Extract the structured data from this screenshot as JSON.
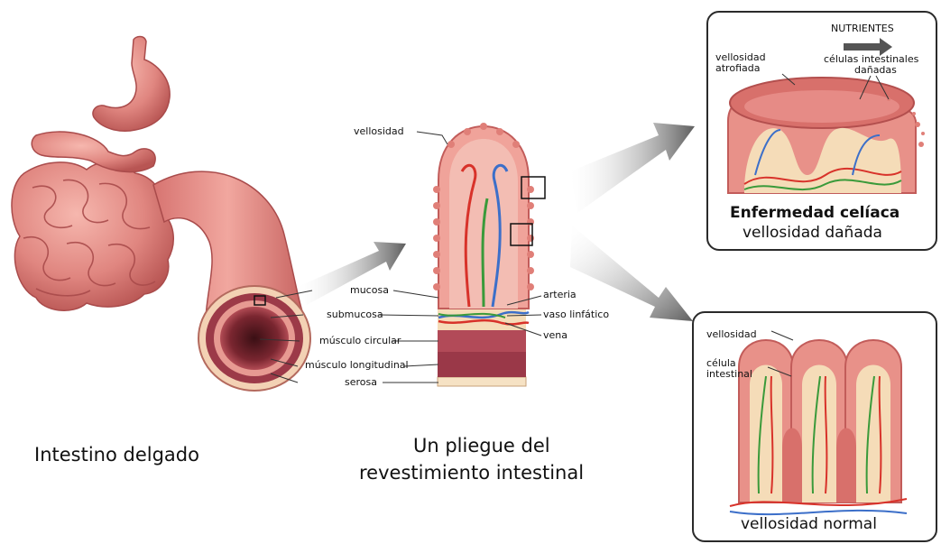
{
  "colors": {
    "tissue": "#e68b86",
    "tissue_dark": "#c25c5a",
    "mucosa_pink": "#f2b7ae",
    "muscle": "#9e3c4a",
    "submucosa": "#f5dcb8",
    "artery": "#d8322a",
    "vein": "#3c6fc9",
    "lymph": "#3a9a3a",
    "arrow_gray": "#6f6f6f"
  },
  "captions": {
    "intestine": "Intestino delgado",
    "fold_line1": "Un pliegue del",
    "fold_line2": "revestimiento intestinal"
  },
  "fold_labels": {
    "villus": "vellosidad",
    "mucosa": "mucosa",
    "submucosa": "submucosa",
    "circular_muscle": "músculo circular",
    "longitudinal_muscle": "músculo longitudinal",
    "serosa": "serosa",
    "artery": "arteria",
    "lymph_vessel": "vaso linfático",
    "vein": "vena"
  },
  "celiac_panel": {
    "nutrients": "NUTRIENTES",
    "atrophied_line1": "vellosidad",
    "atrophied_line2": "atrofiada",
    "damaged_cells_line1": "células intestinales",
    "damaged_cells_line2": "dañadas",
    "title": "Enfermedad celíaca",
    "subtitle": "vellosidad dañada"
  },
  "normal_panel": {
    "villus": "vellosidad",
    "cell_line1": "célula",
    "cell_line2": "intestinal",
    "caption": "vellosidad normal"
  }
}
